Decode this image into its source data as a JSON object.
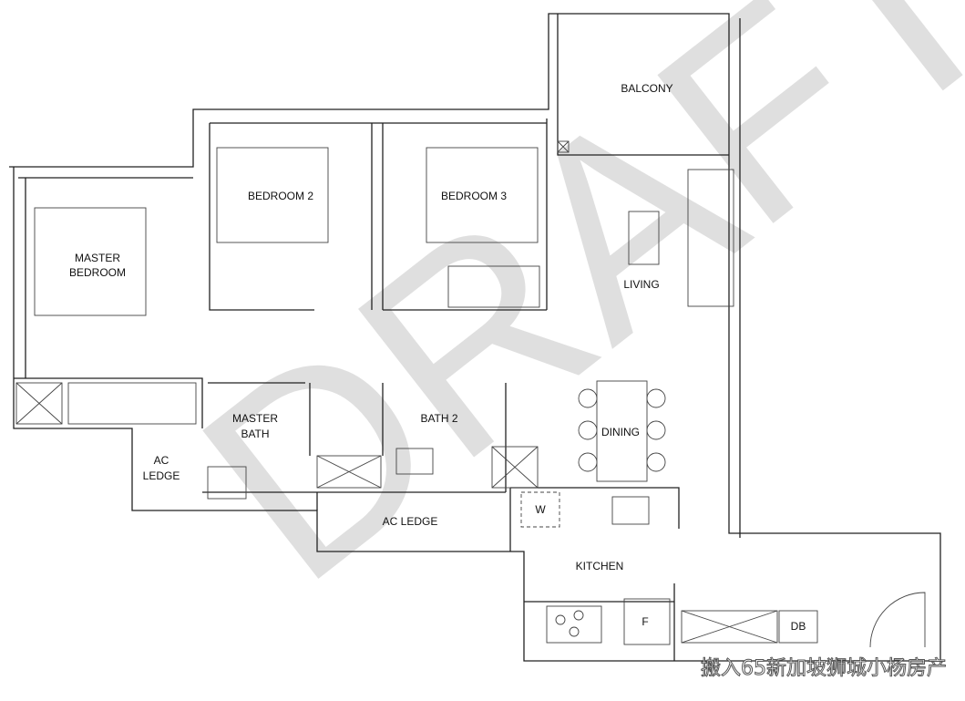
{
  "watermark_draft": "DRAFT",
  "rooms": {
    "master_bedroom": [
      "MASTER",
      "BEDROOM"
    ],
    "bedroom2": "BEDROOM 2",
    "bedroom3": "BEDROOM 3",
    "balcony": "BALCONY",
    "living": "LIVING",
    "master_bath": [
      "MASTER",
      "BATH"
    ],
    "bath2": "BATH 2",
    "dining": "DINING",
    "ac_ledge_small": [
      "AC",
      "LEDGE"
    ],
    "ac_ledge": "AC LEDGE",
    "kitchen": "KITCHEN",
    "washer": "W",
    "fridge": "F",
    "db": "DB"
  },
  "footer_watermark": "搬入65新加坡狮城小杨房产"
}
